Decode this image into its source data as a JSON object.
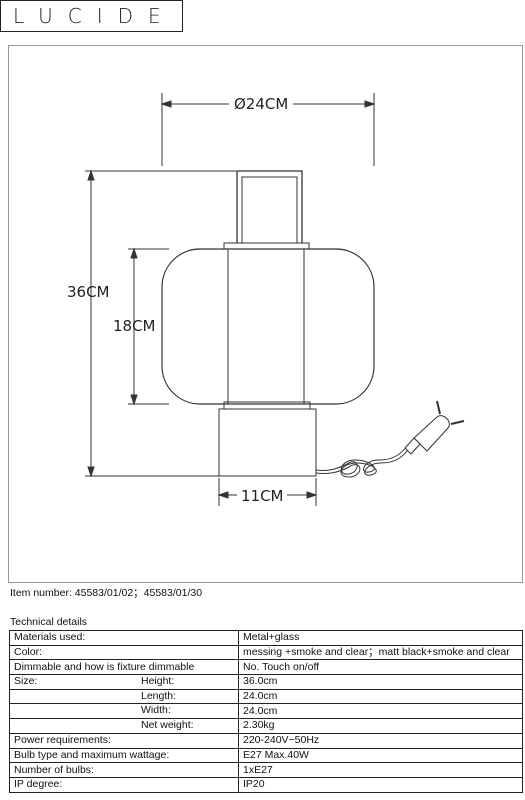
{
  "brand": {
    "logo_text": "LUCIDE"
  },
  "drawing": {
    "width_label": "Ø24CM",
    "height_label": "36CM",
    "shade_height_label": "18CM",
    "base_width_label": "11CM"
  },
  "item_number": "Item number: 45583/01/02；45583/01/30",
  "technical": {
    "title": "Technical details",
    "rows": [
      {
        "label": "Materials used:",
        "sub": "",
        "value": "Metal+glass"
      },
      {
        "label": "Color:",
        "sub": "",
        "value": "messing +smoke and clear；matt black+smoke and clear"
      },
      {
        "label": "Dimmable and how is fixture dimmable",
        "sub": "",
        "value": "No.  Touch on/off"
      },
      {
        "label": "Size:",
        "sub": "Height:",
        "value": "36.0cm"
      },
      {
        "label": "",
        "sub": "Length:",
        "value": "24.0cm"
      },
      {
        "label": "",
        "sub": "Width:",
        "value": "24.0cm"
      },
      {
        "label": "",
        "sub": "Net weight:",
        "value": "2.30kg"
      },
      {
        "label": "Power requirements:",
        "sub": "",
        "value": "220-240V~50Hz"
      },
      {
        "label": "Bulb type and maximum wattage:",
        "sub": "",
        "value": "E27 Max.40W"
      },
      {
        "label": "Number of bulbs:",
        "sub": "",
        "value": "1xE27"
      },
      {
        "label": "IP degree:",
        "sub": "",
        "value": "IP20"
      }
    ]
  }
}
